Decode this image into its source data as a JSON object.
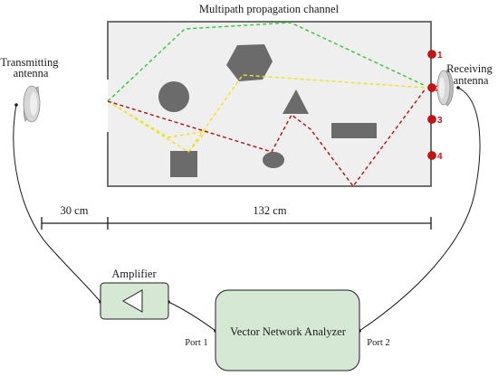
{
  "channel_title": "Multipath propagation channel",
  "transmitting_antenna": [
    "Transmitting",
    "antenna"
  ],
  "receiving_antenna": [
    "Receiving",
    "antenna"
  ],
  "receiver_positions": [
    "1",
    "2",
    "3",
    "4"
  ],
  "distances": {
    "tx_to_room": "30 cm",
    "room_width": "132 cm"
  },
  "amplifier_label": "Amplifier",
  "vna_label": "Vector Network Analyzer",
  "port1_label": "Port 1",
  "port2_label": "Port 2",
  "colors": {
    "room_fill": "#efefef",
    "room_border": "#707070",
    "obstacle": "#6b6b6b",
    "box_fill": "#d5e8d4",
    "box_border": "#1e1e1e",
    "marker": "#cc1111",
    "ray_green": "#2ecc2e",
    "ray_yellow": "#f0e020",
    "ray_red": "#b01010"
  }
}
